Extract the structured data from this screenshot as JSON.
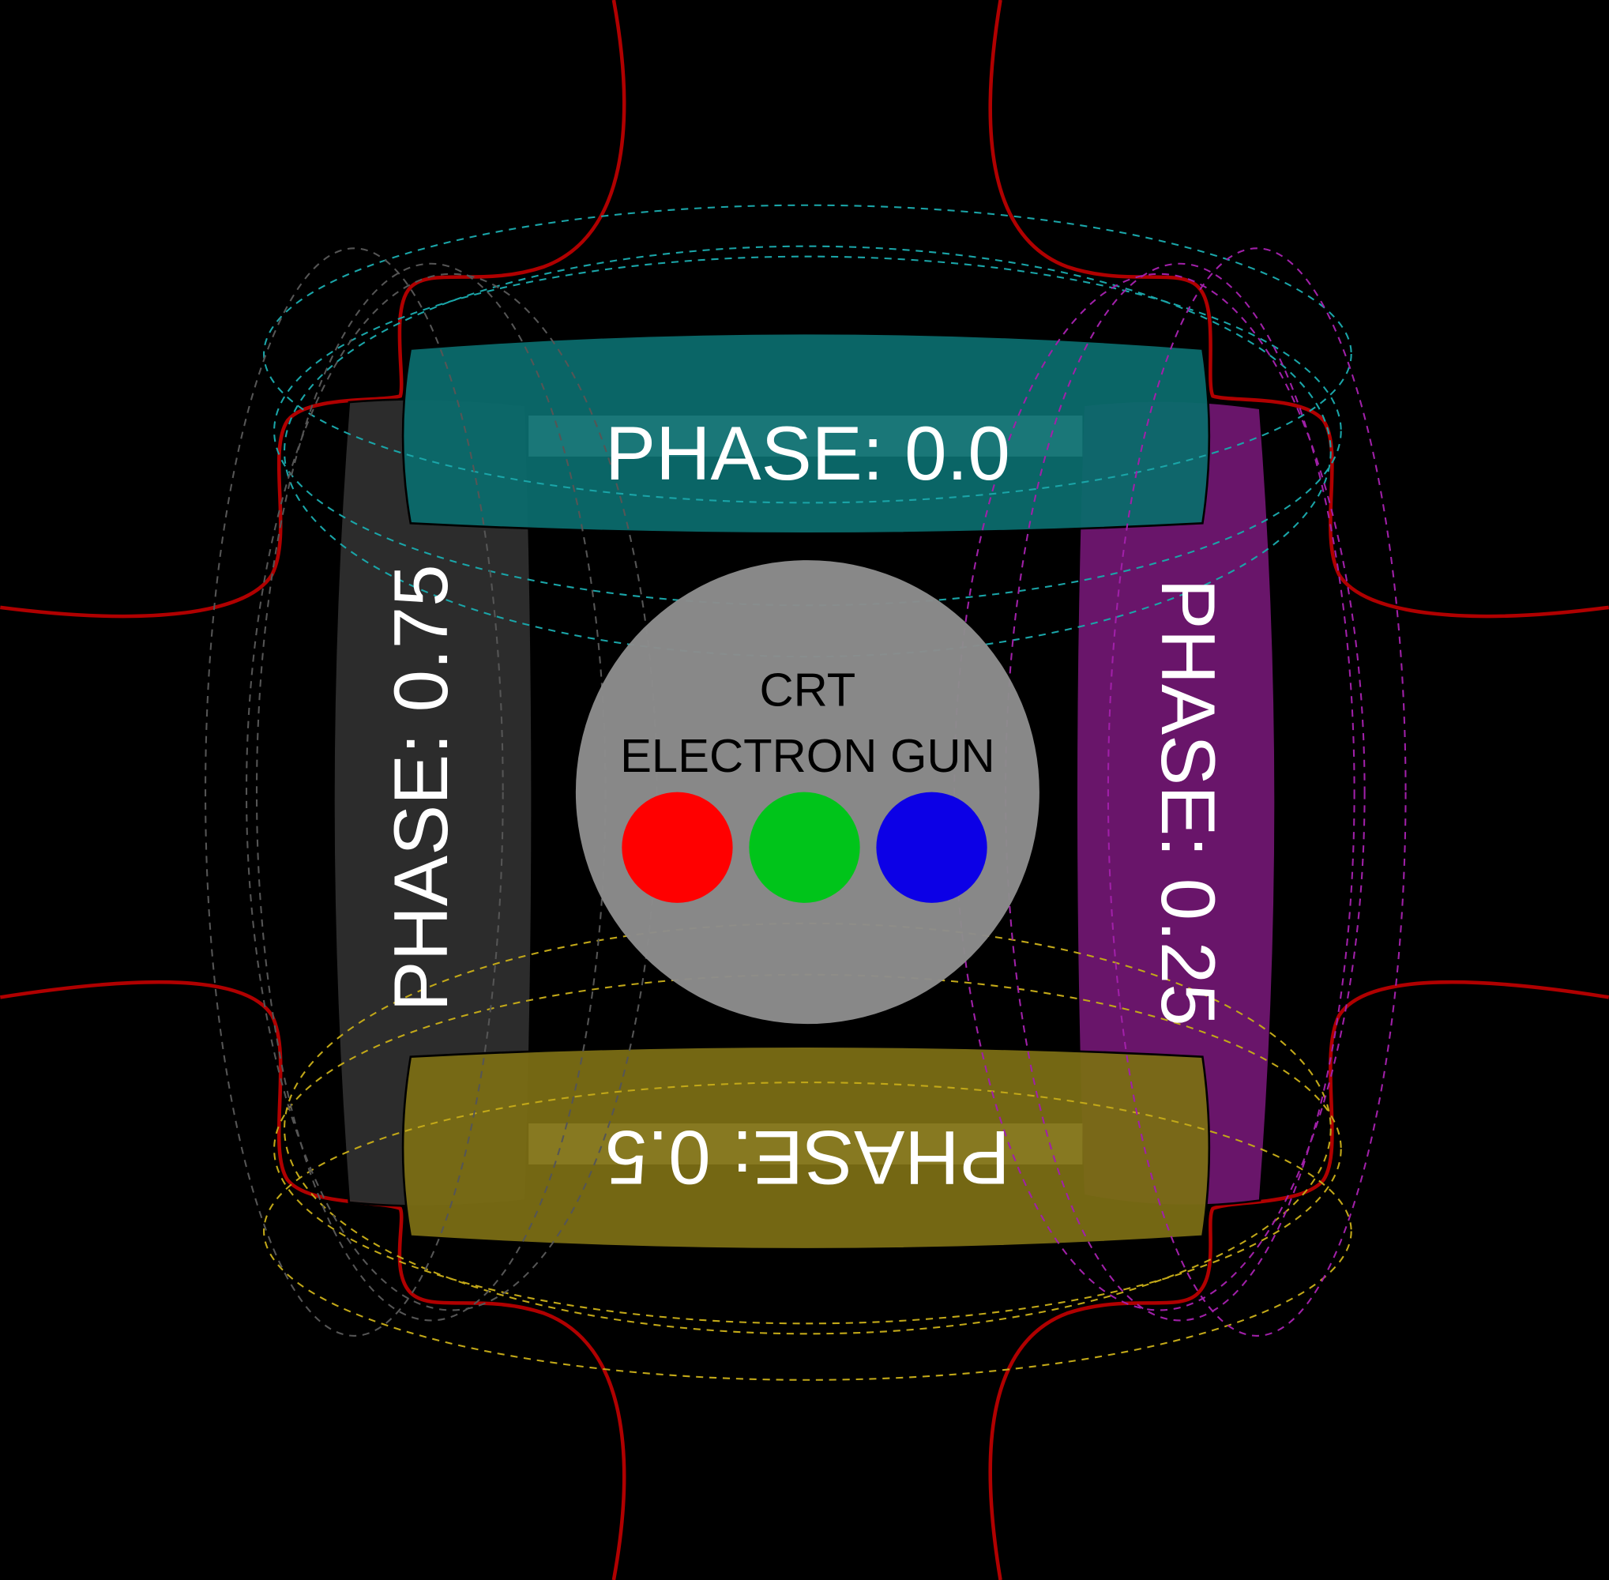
{
  "gun": {
    "line1": "CRT",
    "line2": "ELECTRON GUN"
  },
  "coils": {
    "top": "PHASE: 0.0",
    "right": "PHASE: 0.25",
    "bottom": "PHASE: 0.5",
    "left": "PHASE: 0.75"
  },
  "colors": {
    "background": "#000000",
    "top_coil": "#0b6a6b",
    "right_coil": "#6f1670",
    "bottom_coil": "#7a6d14",
    "left_coil": "#2e2e2e",
    "field_line": "#b00000",
    "gun_body": "#8c8c8c",
    "red_gun": "#ff0000",
    "green_gun": "#00c41a",
    "blue_gun": "#0c00e6"
  }
}
